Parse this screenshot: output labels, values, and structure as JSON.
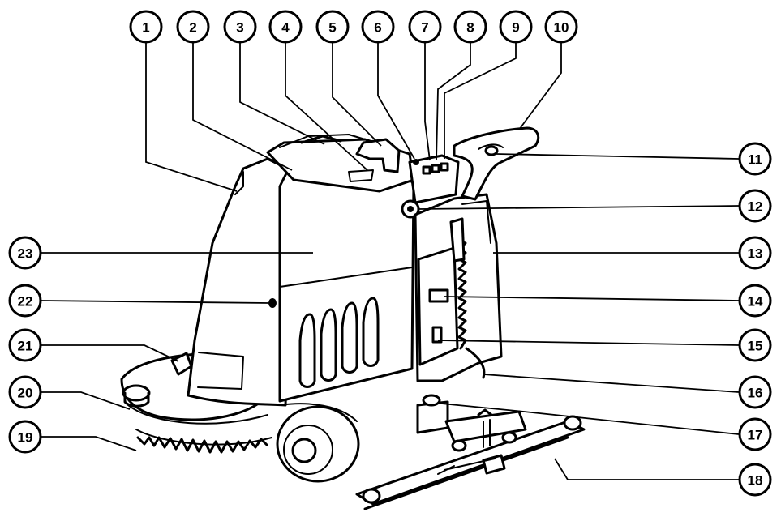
{
  "callouts": [
    {
      "id": 1,
      "label": "1"
    },
    {
      "id": 2,
      "label": "2"
    },
    {
      "id": 3,
      "label": "3"
    },
    {
      "id": 4,
      "label": "4"
    },
    {
      "id": 5,
      "label": "5"
    },
    {
      "id": 6,
      "label": "6"
    },
    {
      "id": 7,
      "label": "7"
    },
    {
      "id": 8,
      "label": "8"
    },
    {
      "id": 9,
      "label": "9"
    },
    {
      "id": 10,
      "label": "10"
    },
    {
      "id": 11,
      "label": "11"
    },
    {
      "id": 12,
      "label": "12"
    },
    {
      "id": 13,
      "label": "13"
    },
    {
      "id": 14,
      "label": "14"
    },
    {
      "id": 15,
      "label": "15"
    },
    {
      "id": 16,
      "label": "16"
    },
    {
      "id": 17,
      "label": "17"
    },
    {
      "id": 18,
      "label": "18"
    },
    {
      "id": 19,
      "label": "19"
    },
    {
      "id": 20,
      "label": "20"
    },
    {
      "id": 21,
      "label": "21"
    },
    {
      "id": 22,
      "label": "22"
    },
    {
      "id": 23,
      "label": "23"
    }
  ]
}
